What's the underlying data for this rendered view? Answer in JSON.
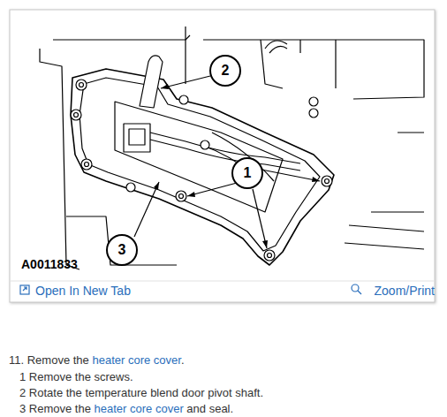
{
  "diagram": {
    "nodes": [
      {
        "text": [
          "1"
        ]
      },
      {
        "text": [
          "2"
        ]
      },
      {
        "text": [
          "3"
        ]
      }
    ],
    "labels": [
      "A0011833",
      "Open In New Tab",
      "Zoom/Print",
      "11. Remove the",
      "heater core cover",
      ".",
      "1 Remove the screws.",
      "2 Rotate the temperature blend door pivot shaft.",
      "3 Remove the",
      "heater core cover",
      "and seal."
    ]
  }
}
